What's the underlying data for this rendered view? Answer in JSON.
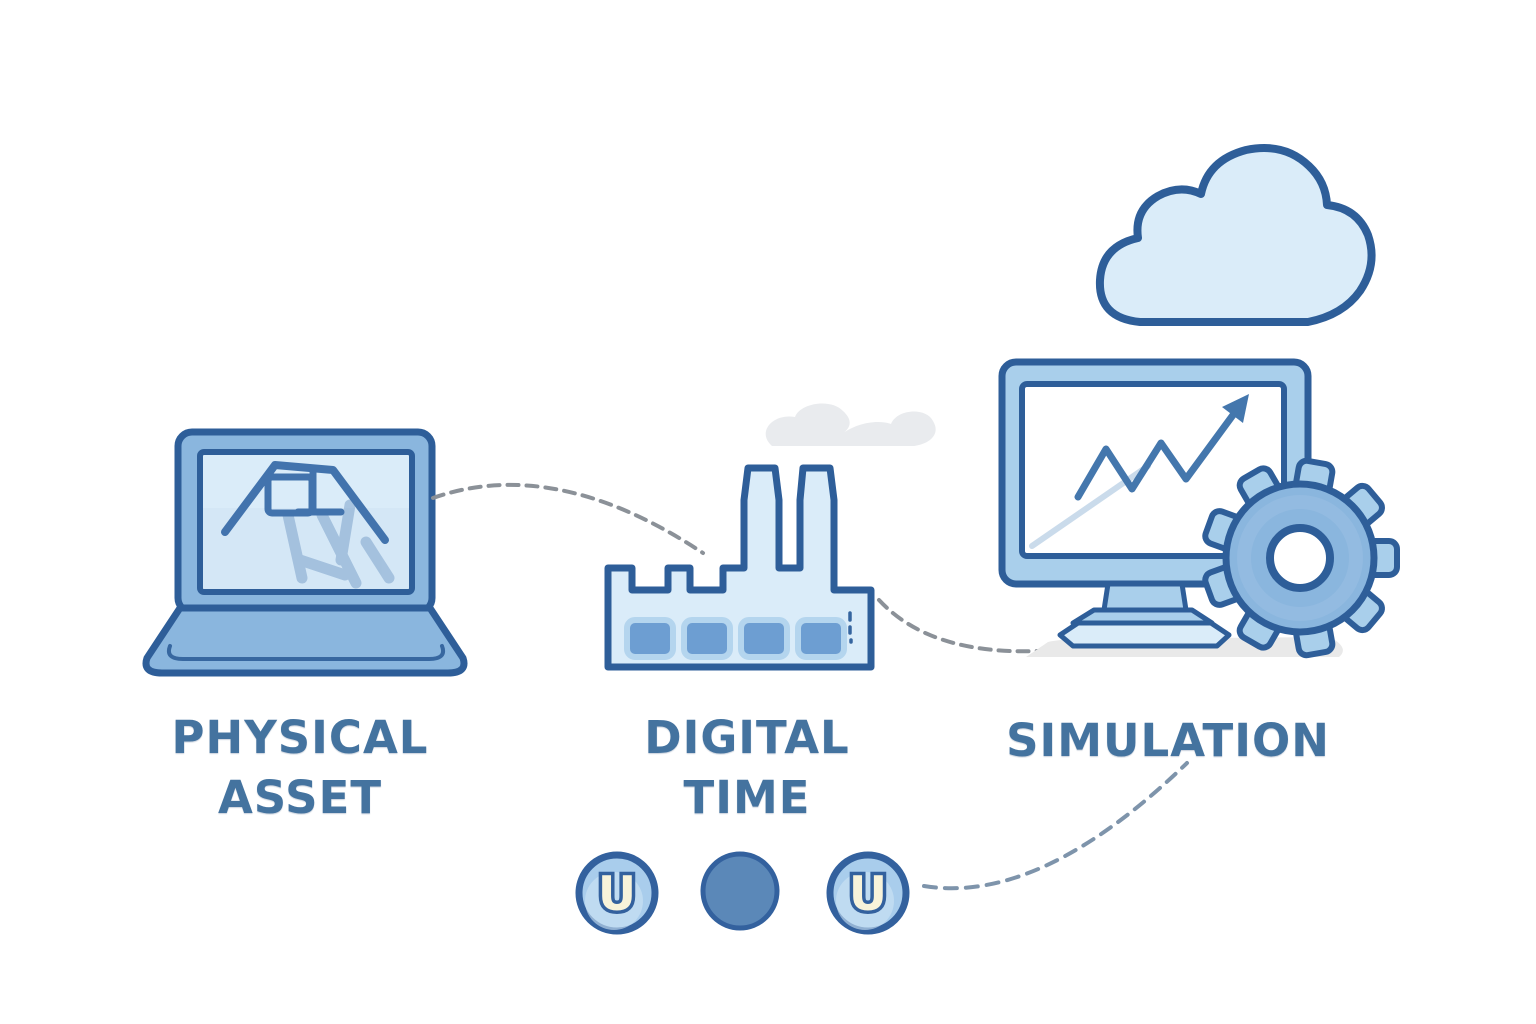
{
  "palette": {
    "outline": "#2e5e99",
    "mid_blue": "#8ab6de",
    "mid_blue_light": "#a9cfeb",
    "light_blue": "#daecf9",
    "screen_white": "#ffffff",
    "window_blue": "#6d9ed2",
    "chart_blue": "#4477ad",
    "wireframe_blue": "#4273ad",
    "text_blue": "#44739f",
    "smoke_gray": "#e9ebee",
    "ground_gray": "#e9e9e9",
    "dash_gray": "#8b9198",
    "dash_blue_gray": "#7e94ab",
    "badge_ring": "#33619e",
    "badge_fill": "#a9cdec",
    "badge_fill_soft": "#cfe4f5",
    "badge_glyph_fill": "#f8f3da",
    "solid_dot": "#5b88b8"
  },
  "nodes": {
    "physical_asset": {
      "line1": "PHYSICAL",
      "line2": "ASSET"
    },
    "digital_time": {
      "line1": "DIGITAL",
      "line2": "TIME"
    },
    "simulation": {
      "line1": "SIMULATION"
    }
  },
  "badges": {
    "left_glyph": "U",
    "right_glyph": "U"
  },
  "icons": {
    "laptop-icon": "laptop with wireframe CAD sketch on screen",
    "factory-icon": "factory building, two chimneys, four windows",
    "smoke-icon": "gray smoke puff above factory",
    "monitor-icon": "desktop monitor on stand",
    "trend-arrow-icon": "zigzag line rising into up-right arrow",
    "gear-icon": "cog wheel overlapping monitor",
    "cloud-icon": "cloud outline above monitor",
    "u-badge-icon": "circular badge containing letter U",
    "dot-badge-icon": "solid circular dot",
    "dashed-connector": "curved dashed linking line",
    "ground-shadow": "gray floor shadow under monitor and gear"
  }
}
